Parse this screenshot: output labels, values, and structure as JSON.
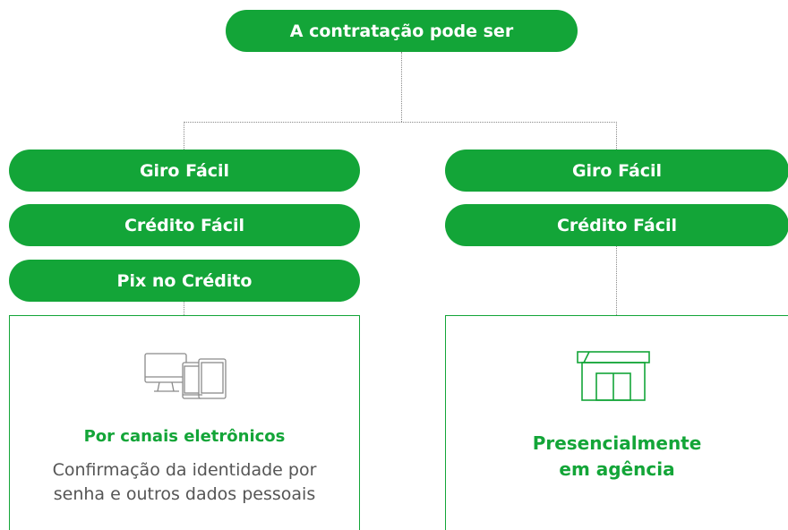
{
  "root": {
    "label": "A contratação pode ser"
  },
  "left_branch": {
    "products": [
      "Giro Fácil",
      "Crédito Fácil",
      "Pix no Crédito"
    ],
    "channel": {
      "icon": "devices-icon",
      "title": "Por canais eletrônicos",
      "description_line1": "Confirmação da identidade por",
      "description_line2": "senha e outros dados pessoais"
    }
  },
  "right_branch": {
    "products": [
      "Giro Fácil",
      "Crédito Fácil"
    ],
    "channel": {
      "icon": "storefront-icon",
      "title_line1": "Presencialmente",
      "title_line2": "em agência"
    }
  },
  "colors": {
    "accent": "#13a538",
    "connector": "#8a8a8a",
    "text_muted": "#555555"
  }
}
